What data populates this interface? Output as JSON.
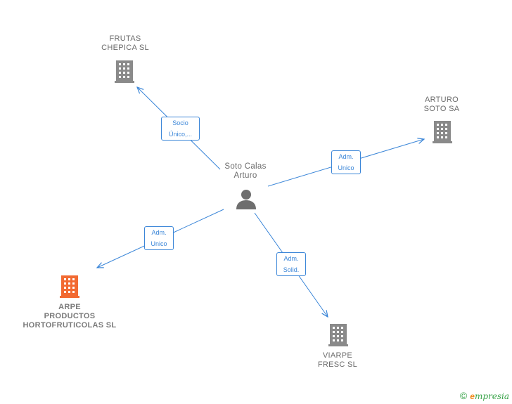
{
  "colors": {
    "edge": "#3b86d8",
    "company_icon": "#8a8a8a",
    "company_icon_highlight": "#f26a32",
    "person_icon": "#6e6e6e",
    "label_text": "#6b6b6b",
    "brand_green": "#3aa44a",
    "brand_orange": "#f0891c"
  },
  "center": {
    "name_lines": [
      "Soto Calas",
      "Arturo"
    ],
    "icon": "person-icon"
  },
  "nodes": [
    {
      "id": "frutas",
      "name_lines": [
        "FRUTAS",
        "CHEPICA SL"
      ],
      "icon": "building-icon",
      "highlight": false
    },
    {
      "id": "arturo",
      "name_lines": [
        "ARTURO",
        "SOTO SA"
      ],
      "icon": "building-icon",
      "highlight": false
    },
    {
      "id": "arpe",
      "name_lines": [
        "ARPE",
        "PRODUCTOS",
        "HORTOFRUTICOLAS SL"
      ],
      "icon": "building-icon",
      "highlight": true
    },
    {
      "id": "viarpe",
      "name_lines": [
        "VIARPE",
        "FRESC SL"
      ],
      "icon": "building-icon",
      "highlight": false
    }
  ],
  "edges": [
    {
      "to": "frutas",
      "label_lines": [
        "Socio",
        "Único,..."
      ]
    },
    {
      "to": "arturo",
      "label_lines": [
        "Adm.",
        "Unico"
      ]
    },
    {
      "to": "arpe",
      "label_lines": [
        "Adm.",
        "Unico"
      ]
    },
    {
      "to": "viarpe",
      "label_lines": [
        "Adm.",
        "Solid."
      ]
    }
  ],
  "footer": {
    "copyright_symbol": "©",
    "brand_initial": "e",
    "brand_rest": "mpresia"
  }
}
